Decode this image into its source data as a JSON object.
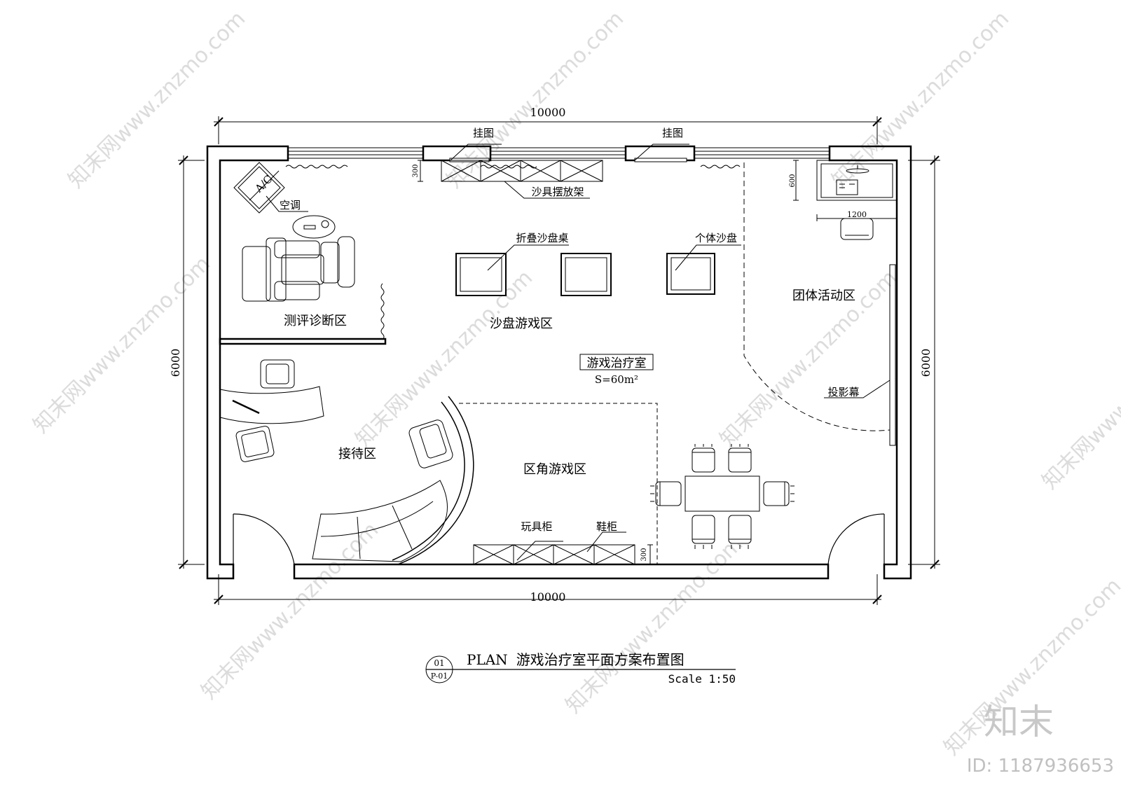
{
  "dimensions": {
    "top": "10000",
    "bottom": "10000",
    "left": "6000",
    "right": "6000",
    "shelf_depth": "300",
    "cabinet_depth": "300",
    "desk_depth": "600",
    "desk_width": "1200"
  },
  "labels": {
    "hanging_picture_1": "挂图",
    "hanging_picture_2": "挂图",
    "sand_shelf": "沙具摆放架",
    "ac_symbol": "A/C",
    "air_conditioner": "空调",
    "folding_table": "折叠沙盘桌",
    "individual_tray": "个体沙盘",
    "assessment_zone": "测评诊断区",
    "sandplay_zone": "沙盘游戏区",
    "group_zone": "团体活动区",
    "room_name": "游戏治疗室",
    "room_area": "S=60m²",
    "projection_screen": "投影幕",
    "reception_zone": "接待区",
    "corner_play_zone": "区角游戏区",
    "toy_cabinet": "玩具柜",
    "shoe_cabinet": "鞋柜"
  },
  "title_block": {
    "number": "01",
    "sheet": "P-01",
    "plan_word": "PLAN",
    "title": "游戏治疗室平面方案布置图",
    "scale": "Scale 1:50"
  },
  "watermark": {
    "site": "www.znzmo.com",
    "brand": "知末网",
    "logo": "知末",
    "id": "ID: 1187936653"
  }
}
